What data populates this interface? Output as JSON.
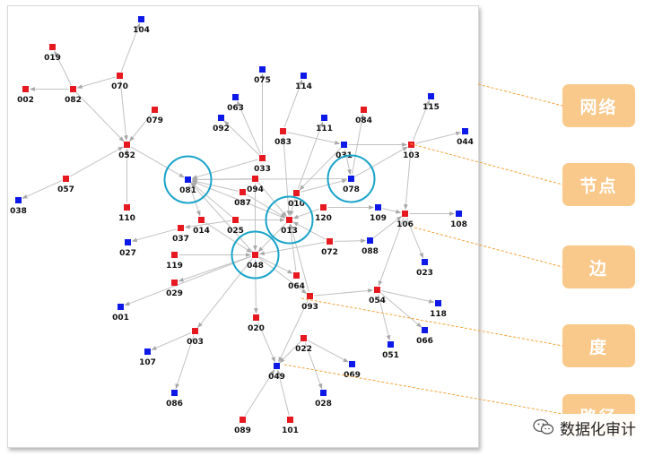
{
  "graph": {
    "colors": {
      "red_node": "#e5191f",
      "blue_node": "#0d19e6",
      "edge": "#c2c2c2",
      "circle": "#1aa3c9",
      "leader": "#f2a23a"
    },
    "nodes": [
      {
        "id": "104",
        "color": "blue"
      },
      {
        "id": "019",
        "color": "red"
      },
      {
        "id": "070",
        "color": "red"
      },
      {
        "id": "002",
        "color": "red"
      },
      {
        "id": "082",
        "color": "red"
      },
      {
        "id": "079",
        "color": "red"
      },
      {
        "id": "052",
        "color": "red"
      },
      {
        "id": "057",
        "color": "red"
      },
      {
        "id": "038",
        "color": "blue"
      },
      {
        "id": "110",
        "color": "red"
      },
      {
        "id": "075",
        "color": "blue"
      },
      {
        "id": "114",
        "color": "blue"
      },
      {
        "id": "063",
        "color": "blue"
      },
      {
        "id": "092",
        "color": "blue"
      },
      {
        "id": "111",
        "color": "blue"
      },
      {
        "id": "084",
        "color": "red"
      },
      {
        "id": "083",
        "color": "red"
      },
      {
        "id": "115",
        "color": "blue"
      },
      {
        "id": "044",
        "color": "blue"
      },
      {
        "id": "031",
        "color": "blue"
      },
      {
        "id": "103",
        "color": "red"
      },
      {
        "id": "033",
        "color": "red"
      },
      {
        "id": "081",
        "color": "blue"
      },
      {
        "id": "094",
        "color": "red"
      },
      {
        "id": "087",
        "color": "red"
      },
      {
        "id": "010",
        "color": "red"
      },
      {
        "id": "078",
        "color": "blue"
      },
      {
        "id": "109",
        "color": "blue"
      },
      {
        "id": "106",
        "color": "red"
      },
      {
        "id": "108",
        "color": "blue"
      },
      {
        "id": "120",
        "color": "red"
      },
      {
        "id": "013",
        "color": "red"
      },
      {
        "id": "025",
        "color": "red"
      },
      {
        "id": "014",
        "color": "red"
      },
      {
        "id": "037",
        "color": "red"
      },
      {
        "id": "027",
        "color": "blue"
      },
      {
        "id": "072",
        "color": "red"
      },
      {
        "id": "088",
        "color": "blue"
      },
      {
        "id": "119",
        "color": "red"
      },
      {
        "id": "048",
        "color": "red"
      },
      {
        "id": "023",
        "color": "blue"
      },
      {
        "id": "064",
        "color": "red"
      },
      {
        "id": "029",
        "color": "red"
      },
      {
        "id": "093",
        "color": "red"
      },
      {
        "id": "054",
        "color": "red"
      },
      {
        "id": "118",
        "color": "blue"
      },
      {
        "id": "001",
        "color": "blue"
      },
      {
        "id": "020",
        "color": "red"
      },
      {
        "id": "066",
        "color": "blue"
      },
      {
        "id": "003",
        "color": "red"
      },
      {
        "id": "022",
        "color": "red"
      },
      {
        "id": "051",
        "color": "blue"
      },
      {
        "id": "107",
        "color": "blue"
      },
      {
        "id": "069",
        "color": "blue"
      },
      {
        "id": "049",
        "color": "blue"
      },
      {
        "id": "086",
        "color": "blue"
      },
      {
        "id": "028",
        "color": "blue"
      },
      {
        "id": "089",
        "color": "red"
      },
      {
        "id": "101",
        "color": "red"
      }
    ],
    "edges": [
      [
        "070",
        "104"
      ],
      [
        "082",
        "019"
      ],
      [
        "070",
        "082"
      ],
      [
        "082",
        "002"
      ],
      [
        "070",
        "052"
      ],
      [
        "082",
        "052"
      ],
      [
        "079",
        "052"
      ],
      [
        "057",
        "052"
      ],
      [
        "057",
        "038"
      ],
      [
        "110",
        "052"
      ],
      [
        "052",
        "081"
      ],
      [
        "033",
        "075"
      ],
      [
        "083",
        "114"
      ],
      [
        "033",
        "063"
      ],
      [
        "033",
        "092"
      ],
      [
        "010",
        "111"
      ],
      [
        "078",
        "084"
      ],
      [
        "083",
        "031"
      ],
      [
        "103",
        "115"
      ],
      [
        "103",
        "044"
      ],
      [
        "031",
        "103"
      ],
      [
        "078",
        "103"
      ],
      [
        "033",
        "081"
      ],
      [
        "094",
        "081"
      ],
      [
        "087",
        "081"
      ],
      [
        "025",
        "081"
      ],
      [
        "013",
        "081"
      ],
      [
        "078",
        "081"
      ],
      [
        "081",
        "014"
      ],
      [
        "083",
        "013"
      ],
      [
        "094",
        "013"
      ],
      [
        "087",
        "013"
      ],
      [
        "025",
        "013"
      ],
      [
        "120",
        "013"
      ],
      [
        "072",
        "013"
      ],
      [
        "010",
        "013"
      ],
      [
        "031",
        "010"
      ],
      [
        "010",
        "078"
      ],
      [
        "120",
        "109"
      ],
      [
        "109",
        "106"
      ],
      [
        "106",
        "108"
      ],
      [
        "103",
        "106"
      ],
      [
        "106",
        "023"
      ],
      [
        "106",
        "054"
      ],
      [
        "054",
        "118"
      ],
      [
        "054",
        "066"
      ],
      [
        "054",
        "051"
      ],
      [
        "072",
        "088"
      ],
      [
        "088",
        "106"
      ],
      [
        "014",
        "048"
      ],
      [
        "037",
        "027"
      ],
      [
        "025",
        "037"
      ],
      [
        "119",
        "048"
      ],
      [
        "048",
        "029"
      ],
      [
        "048",
        "001"
      ],
      [
        "048",
        "064"
      ],
      [
        "048",
        "093"
      ],
      [
        "048",
        "003"
      ],
      [
        "048",
        "020"
      ],
      [
        "048",
        "081"
      ],
      [
        "064",
        "013"
      ],
      [
        "093",
        "013"
      ],
      [
        "093",
        "054"
      ],
      [
        "020",
        "049"
      ],
      [
        "022",
        "069"
      ],
      [
        "022",
        "049"
      ],
      [
        "022",
        "028"
      ],
      [
        "003",
        "107"
      ],
      [
        "003",
        "086"
      ],
      [
        "089",
        "049"
      ],
      [
        "101",
        "049"
      ],
      [
        "093",
        "049"
      ],
      [
        "094",
        "048"
      ],
      [
        "072",
        "048"
      ],
      [
        "013",
        "048"
      ],
      [
        "031",
        "078"
      ]
    ],
    "highlight_circles": [
      "081",
      "013",
      "078",
      "048"
    ]
  },
  "legend": [
    {
      "key": "network",
      "label": "网络"
    },
    {
      "key": "node",
      "label": "节点"
    },
    {
      "key": "edge",
      "label": "边"
    },
    {
      "key": "degree",
      "label": "度"
    },
    {
      "key": "path",
      "label": "路径"
    }
  ],
  "watermark": {
    "text": "数据化审计",
    "icon": "wechat-icon"
  }
}
